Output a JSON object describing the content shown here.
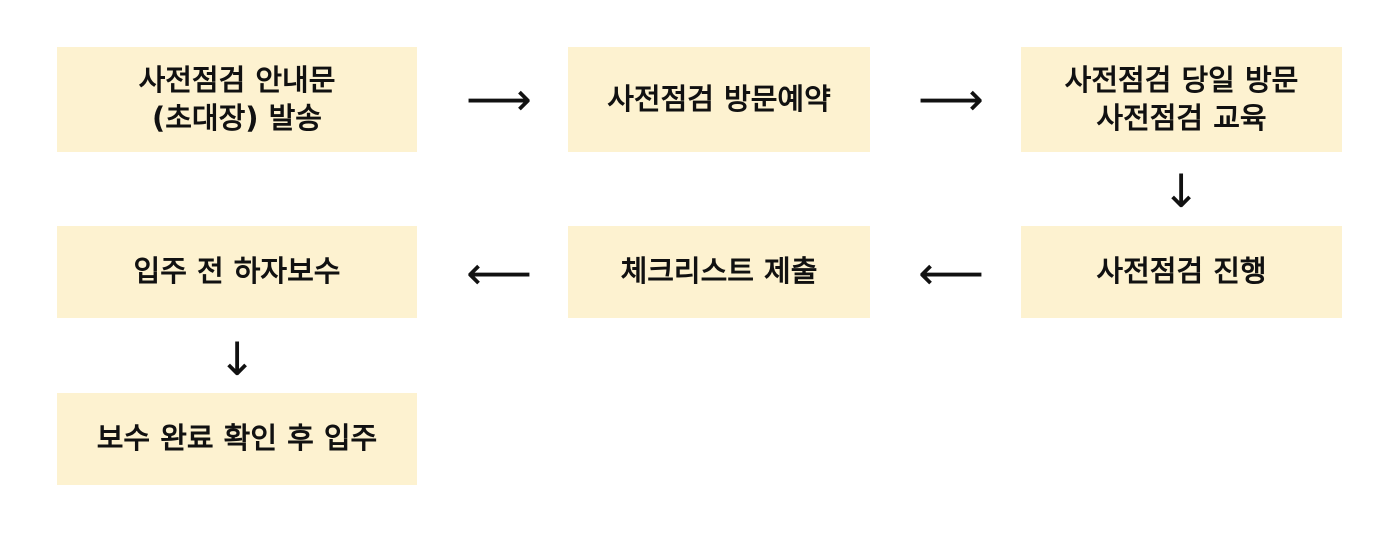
{
  "steps": [
    {
      "lines": [
        "사전점검 안내문",
        "(초대장) 발송"
      ]
    },
    {
      "lines": [
        "사전점검 방문예약"
      ]
    },
    {
      "lines": [
        "사전점검 당일 방문",
        "사전점검 교육"
      ]
    },
    {
      "lines": [
        "사전점검 진행"
      ]
    },
    {
      "lines": [
        "체크리스트 제출"
      ]
    },
    {
      "lines": [
        "입주 전 하자보수"
      ]
    },
    {
      "lines": [
        "보수 완료 확인 후 입주"
      ]
    }
  ],
  "arrows": {
    "right": "⟶",
    "left": "⟵",
    "down": "↓"
  },
  "colors": {
    "box_fill": "#fdf2d0",
    "text": "#111111",
    "background": "#ffffff"
  }
}
